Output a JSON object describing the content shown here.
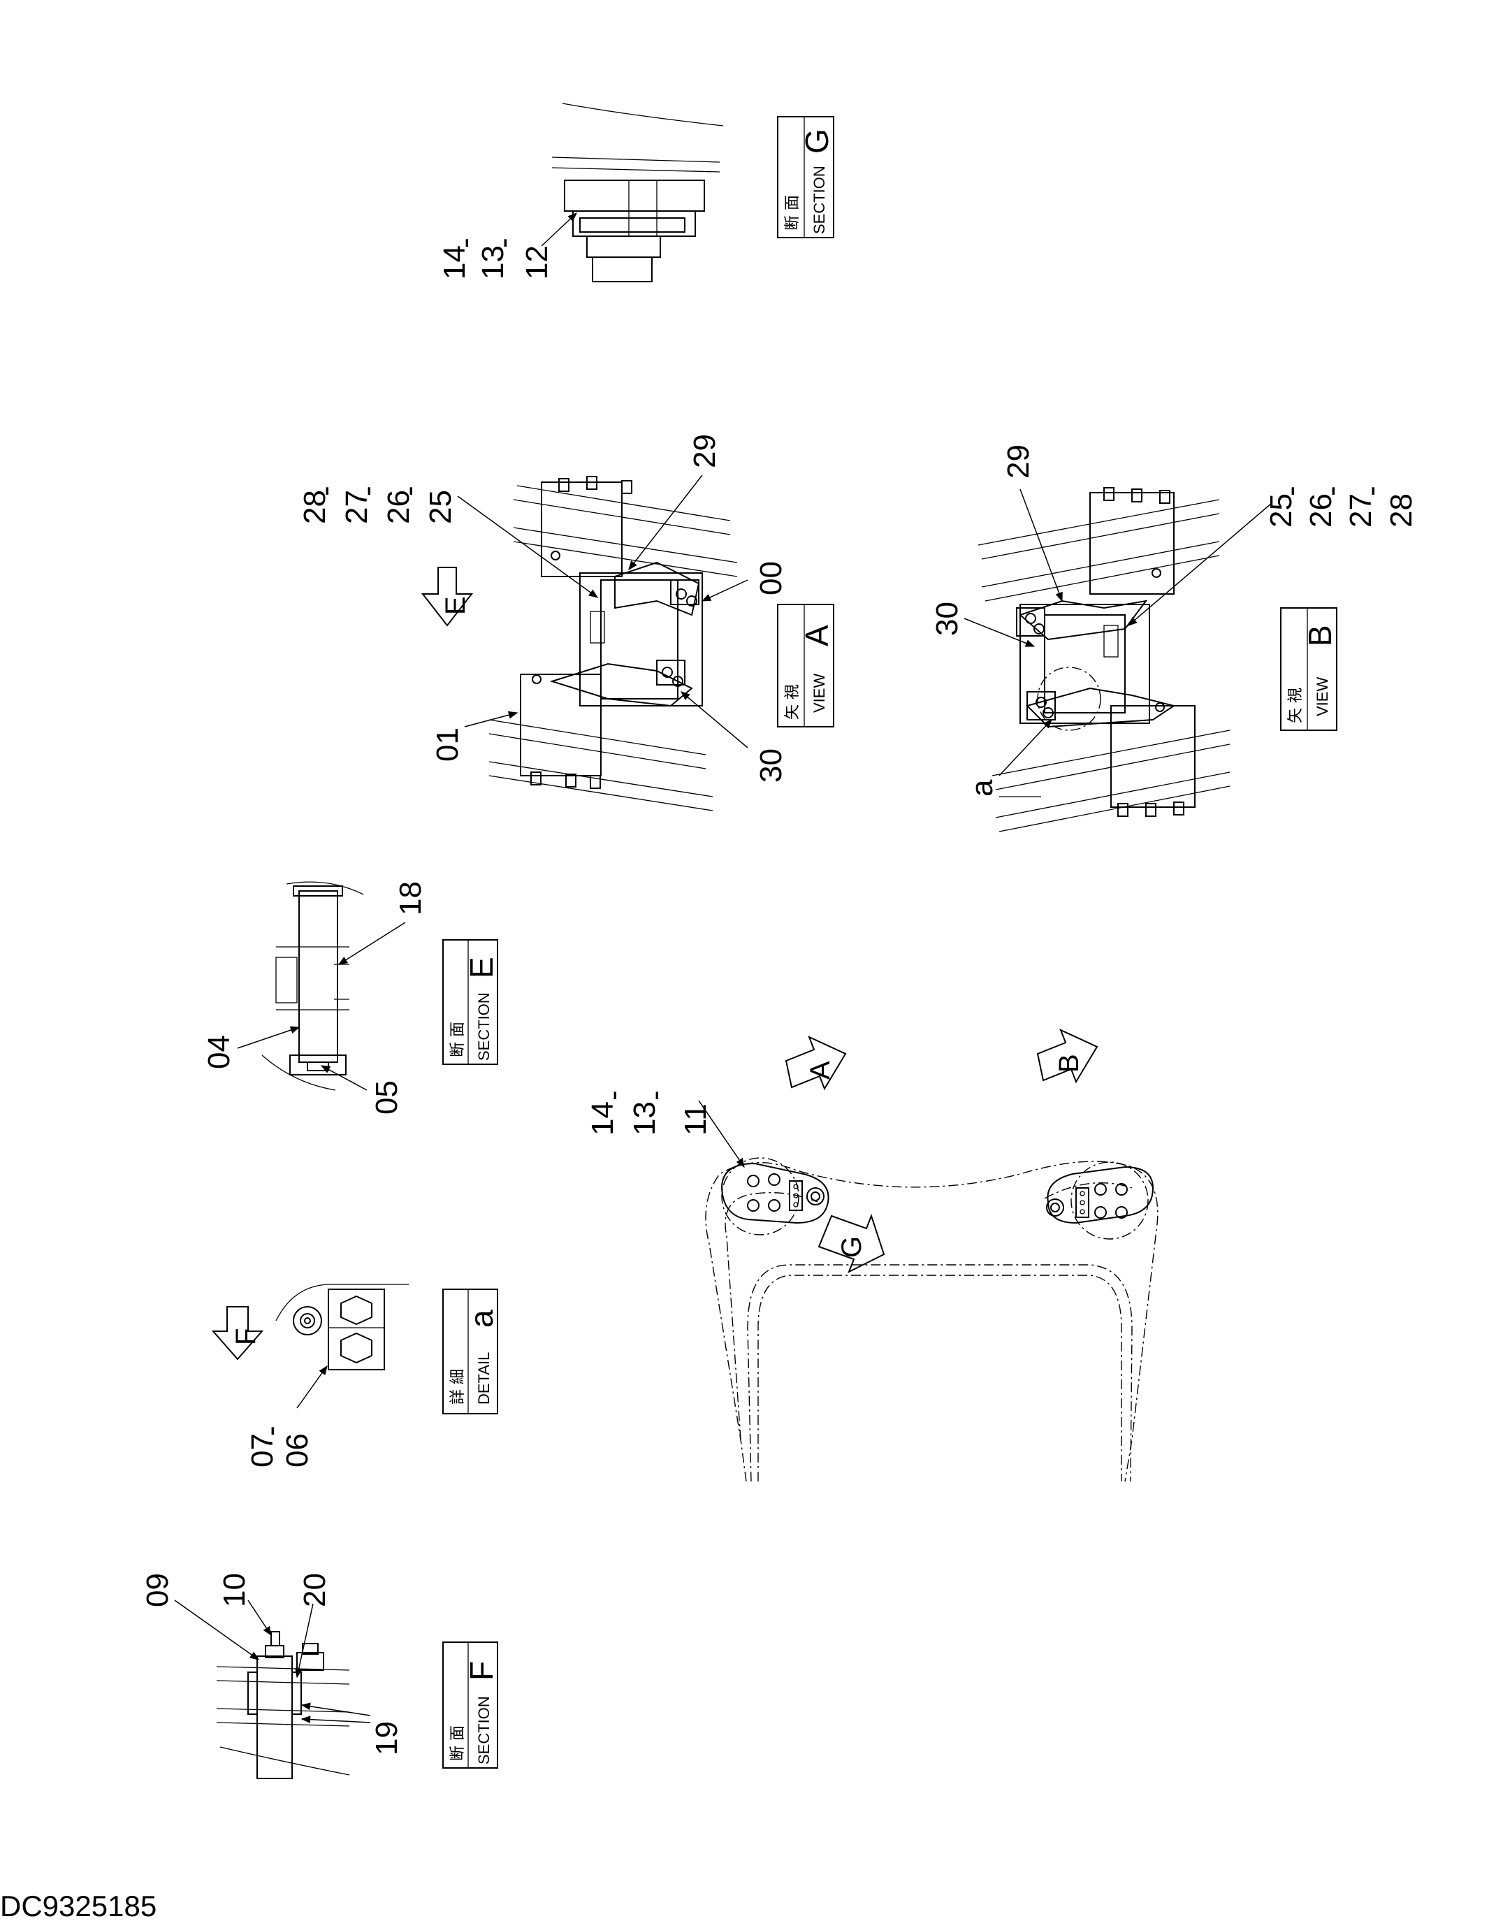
{
  "drawing_code": "DC9325185",
  "tags": {
    "section_g": {
      "jp": "断 面",
      "en": "SECTION",
      "letter": "G"
    },
    "view_a": {
      "jp": "矢 視",
      "en": "VIEW",
      "letter": "A"
    },
    "view_b": {
      "jp": "矢 視",
      "en": "VIEW",
      "letter": "B"
    },
    "section_e": {
      "jp": "断 面",
      "en": "SECTION",
      "letter": "E"
    },
    "detail_a": {
      "jp": "詳 細",
      "en": "DETAIL",
      "letter": "a"
    },
    "section_f": {
      "jp": "断 面",
      "en": "SECTION",
      "letter": "F"
    }
  },
  "view_arrows": {
    "e": "E",
    "a": "A",
    "b": "B",
    "g": "G",
    "f": "F"
  },
  "part_labels": {
    "g_14": "14",
    "g_dash1": "-",
    "g_13": "13",
    "g_dash2": "-",
    "g_12": "12",
    "a_28": "28",
    "a_dash1": "-",
    "a_27": "27",
    "a_dash2": "-",
    "a_26": "26",
    "a_dash3": "-",
    "a_25": "25",
    "a_29": "29",
    "a_00": "00",
    "a_01": "01",
    "a_30": "30",
    "b_29": "29",
    "b_25": "25",
    "b_dash1": "-",
    "b_26": "26",
    "b_dash2": "-",
    "b_27": "27",
    "b_dash3": "-",
    "b_28": "28",
    "b_30": "30",
    "b_a": "a",
    "e_18": "18",
    "e_04": "04",
    "e_05": "05",
    "m_14": "14",
    "m_dash1": "-",
    "m_13": "13",
    "m_dash2": "-",
    "m_11": "11",
    "d_07": "07",
    "d_dash": "-",
    "d_06": "06",
    "f_09": "09",
    "f_10": "10",
    "f_20": "20",
    "f_19": "19"
  }
}
